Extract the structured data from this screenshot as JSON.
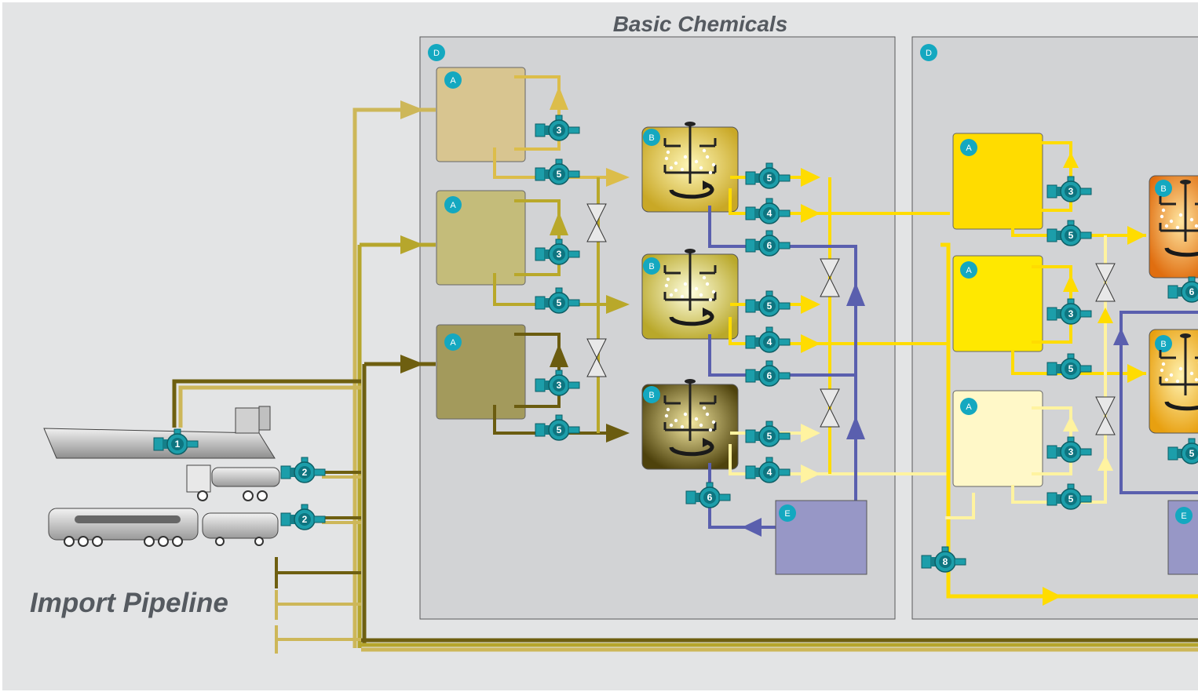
{
  "title": "Basic Chemicals",
  "import_label": "Import Pipeline",
  "badges": [
    "A",
    "B",
    "D",
    "E"
  ],
  "pump_numbers": [
    "1",
    "2",
    "3",
    "4",
    "5",
    "6",
    "8"
  ],
  "colors": {
    "background": "#e3e4e5",
    "plant_panel": "#d2d3d5",
    "pump": "#1c9eaa",
    "badge": "#14a8c0",
    "return_line": "#5a5fae",
    "storage_tank": "#9797c6",
    "line_light": "#cdb759",
    "line_mid": "#b6a62c",
    "line_dark": "#6e5f10",
    "yellow": "#ffdc00",
    "yellow_light": "#fff3a0",
    "orange": "#e87a18"
  }
}
